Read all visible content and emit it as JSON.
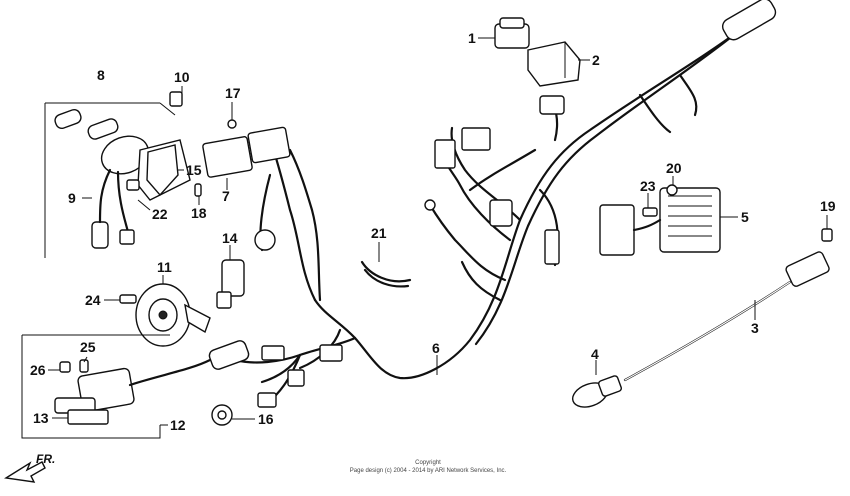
{
  "callouts": [
    {
      "id": "1",
      "label": "1"
    },
    {
      "id": "2",
      "label": "2"
    },
    {
      "id": "3",
      "label": "3"
    },
    {
      "id": "4",
      "label": "4"
    },
    {
      "id": "5",
      "label": "5"
    },
    {
      "id": "6",
      "label": "6"
    },
    {
      "id": "7",
      "label": "7"
    },
    {
      "id": "8",
      "label": "8"
    },
    {
      "id": "9",
      "label": "9"
    },
    {
      "id": "10",
      "label": "10"
    },
    {
      "id": "11",
      "label": "11"
    },
    {
      "id": "12",
      "label": "12"
    },
    {
      "id": "13",
      "label": "13"
    },
    {
      "id": "14",
      "label": "14"
    },
    {
      "id": "15",
      "label": "15"
    },
    {
      "id": "16",
      "label": "16"
    },
    {
      "id": "17",
      "label": "17"
    },
    {
      "id": "18",
      "label": "18"
    },
    {
      "id": "19",
      "label": "19"
    },
    {
      "id": "20",
      "label": "20"
    },
    {
      "id": "21",
      "label": "21"
    },
    {
      "id": "22",
      "label": "22"
    },
    {
      "id": "23",
      "label": "23"
    },
    {
      "id": "24",
      "label": "24"
    },
    {
      "id": "25",
      "label": "25"
    },
    {
      "id": "26",
      "label": "26"
    }
  ],
  "direction_label": "FR.",
  "copyright": {
    "line1": "Copyright",
    "line2": "Page design (c) 2004 - 2014 by ARI Network Services, Inc."
  },
  "colors": {
    "ink": "#111111",
    "background": "#ffffff"
  }
}
